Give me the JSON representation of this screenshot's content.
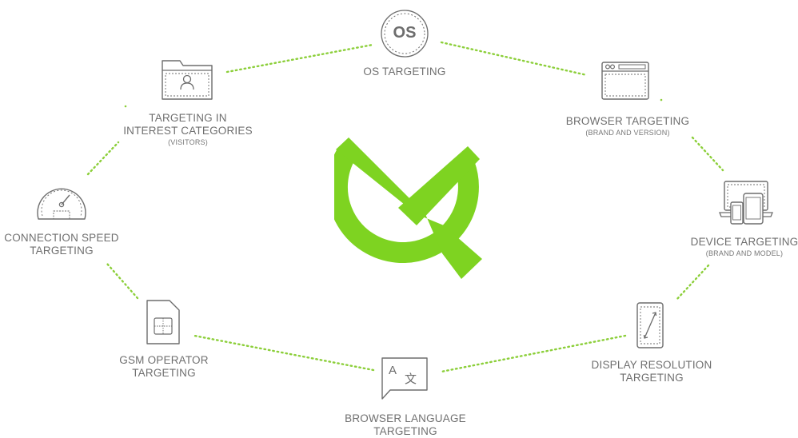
{
  "colors": {
    "accent": "#7ed321",
    "line": "#8ccf3a",
    "icon_stroke": "#6d6d6d",
    "label": "#6f6f6f"
  },
  "logo": {
    "name": "green-q-check-logo"
  },
  "nodes": {
    "os": {
      "icon": "os-circle-icon",
      "icon_text": "OS",
      "lines": [
        "OS TARGETING"
      ],
      "sub": ""
    },
    "browser": {
      "icon": "browser-window-icon",
      "lines": [
        "BROWSER TARGETING"
      ],
      "sub": "(BRAND AND VERSION)"
    },
    "device": {
      "icon": "devices-icon",
      "lines": [
        "DEVICE TARGETING"
      ],
      "sub": "(BRAND AND MODEL)"
    },
    "display": {
      "icon": "display-resolution-icon",
      "lines": [
        "DISPLAY RESOLUTION",
        "TARGETING"
      ],
      "sub": ""
    },
    "language": {
      "icon": "translate-icon",
      "icon_text_a": "A",
      "icon_text_b": "文",
      "lines": [
        "BROWSER LANGUAGE",
        "TARGETING"
      ],
      "sub": ""
    },
    "gsm": {
      "icon": "sim-card-icon",
      "lines": [
        "GSM OPERATOR",
        "TARGETING"
      ],
      "sub": ""
    },
    "speed": {
      "icon": "speedometer-icon",
      "lines": [
        "CONNECTION SPEED",
        "TARGETING"
      ],
      "sub": ""
    },
    "interest": {
      "icon": "user-folder-icon",
      "lines": [
        "TARGETING IN",
        "INTEREST CATEGORIES"
      ],
      "sub": "(VISITORS)"
    }
  }
}
